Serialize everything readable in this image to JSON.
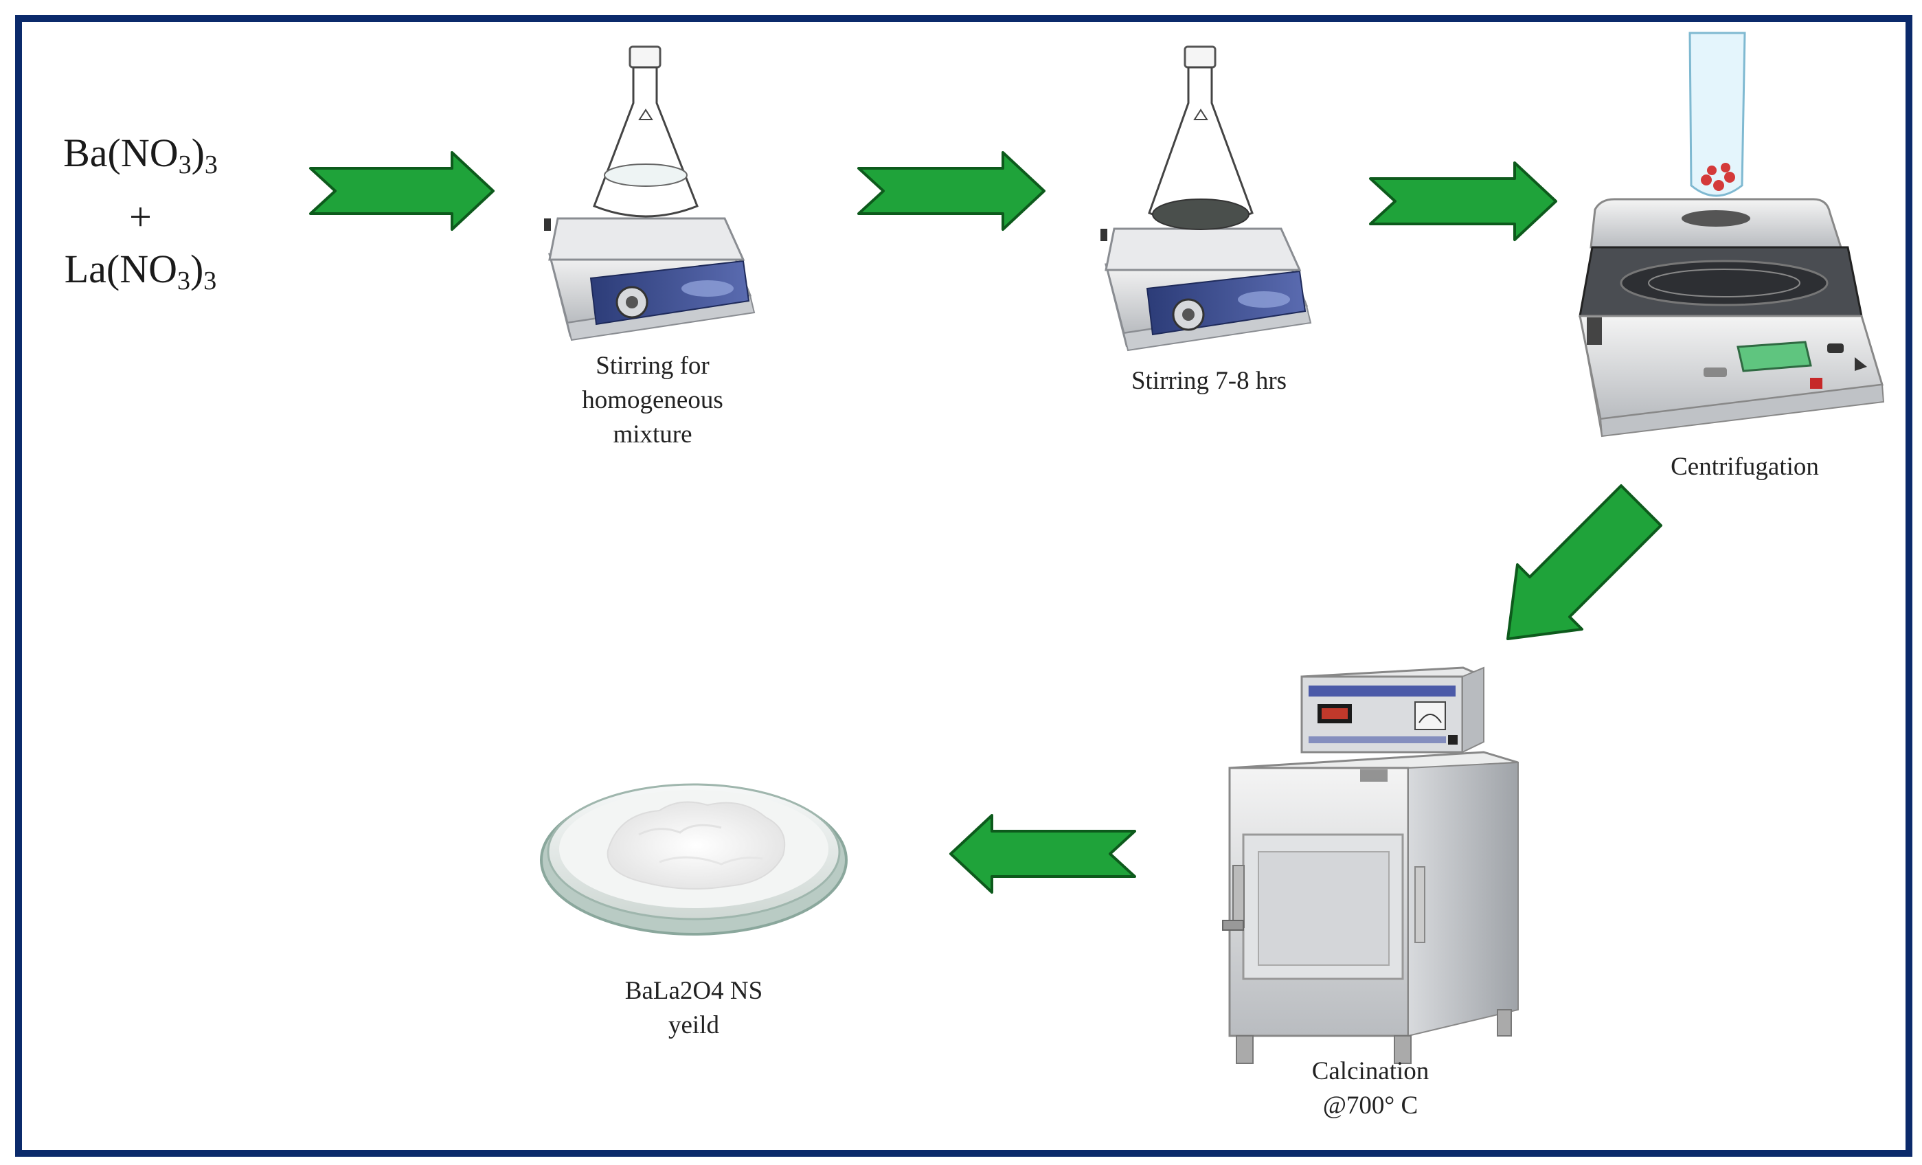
{
  "reactants": {
    "line1": {
      "base": "Ba(NO",
      "sub1": "3",
      "mid": ")",
      "sub2": "3"
    },
    "plus": "+",
    "line2": {
      "base": "La(NO",
      "sub1": "3",
      "mid": ")",
      "sub2": "3"
    }
  },
  "steps": [
    {
      "id": "stirring-1",
      "lines": [
        "Stirring for",
        "homogeneous",
        "mixture"
      ]
    },
    {
      "id": "stirring-2",
      "lines": [
        "Stirring 7-8 hrs"
      ]
    },
    {
      "id": "centrifugation",
      "lines": [
        "Centrifugation"
      ]
    },
    {
      "id": "calcination",
      "lines": [
        "Calcination",
        "@700° C"
      ]
    },
    {
      "id": "product",
      "lines": [
        "BaLa2O4 NS",
        "yeild"
      ]
    }
  ],
  "colors": {
    "border": "#0b2a6b",
    "arrow_fill": "#1fa33a",
    "arrow_stroke": "#0d5a1c"
  }
}
